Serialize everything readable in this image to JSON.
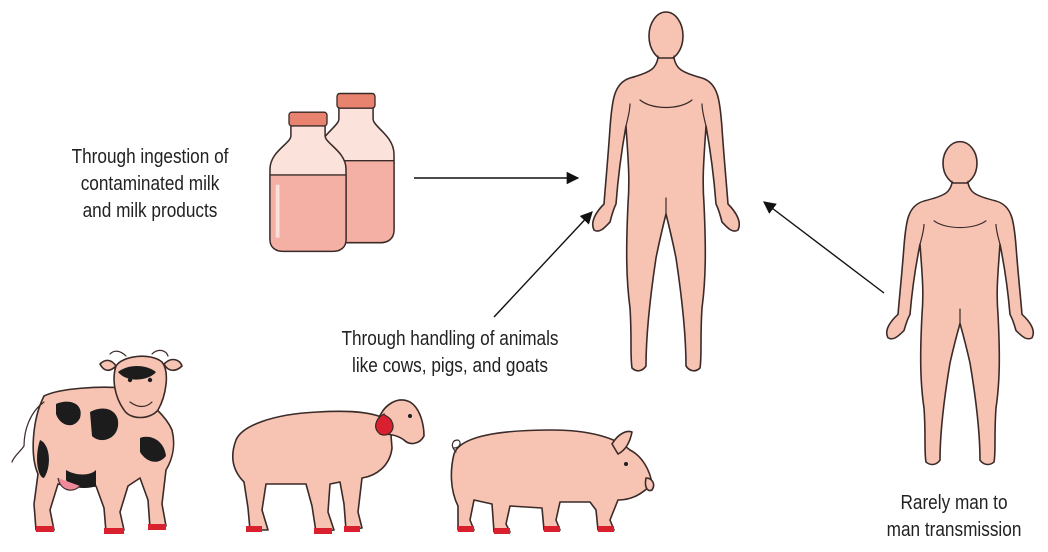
{
  "labels": {
    "milk": [
      "Through ingestion of",
      "contaminated milk",
      "and milk products"
    ],
    "handling": [
      "Through handling of animals",
      "like cows, pigs, and goats"
    ],
    "transmission": [
      "Rarely man to",
      "man transmission"
    ]
  },
  "colors": {
    "skin": "#f7c4b4",
    "outline": "#3a2a28",
    "cow_spots": "#1c1c1c",
    "hooves": "#d8202e",
    "milk": "#f4b0a4",
    "bottle_cap": "#e7836f"
  },
  "icons": [
    "milk-bottle-icon",
    "human-figure-icon",
    "cow-icon",
    "sheep-icon",
    "pig-icon"
  ]
}
